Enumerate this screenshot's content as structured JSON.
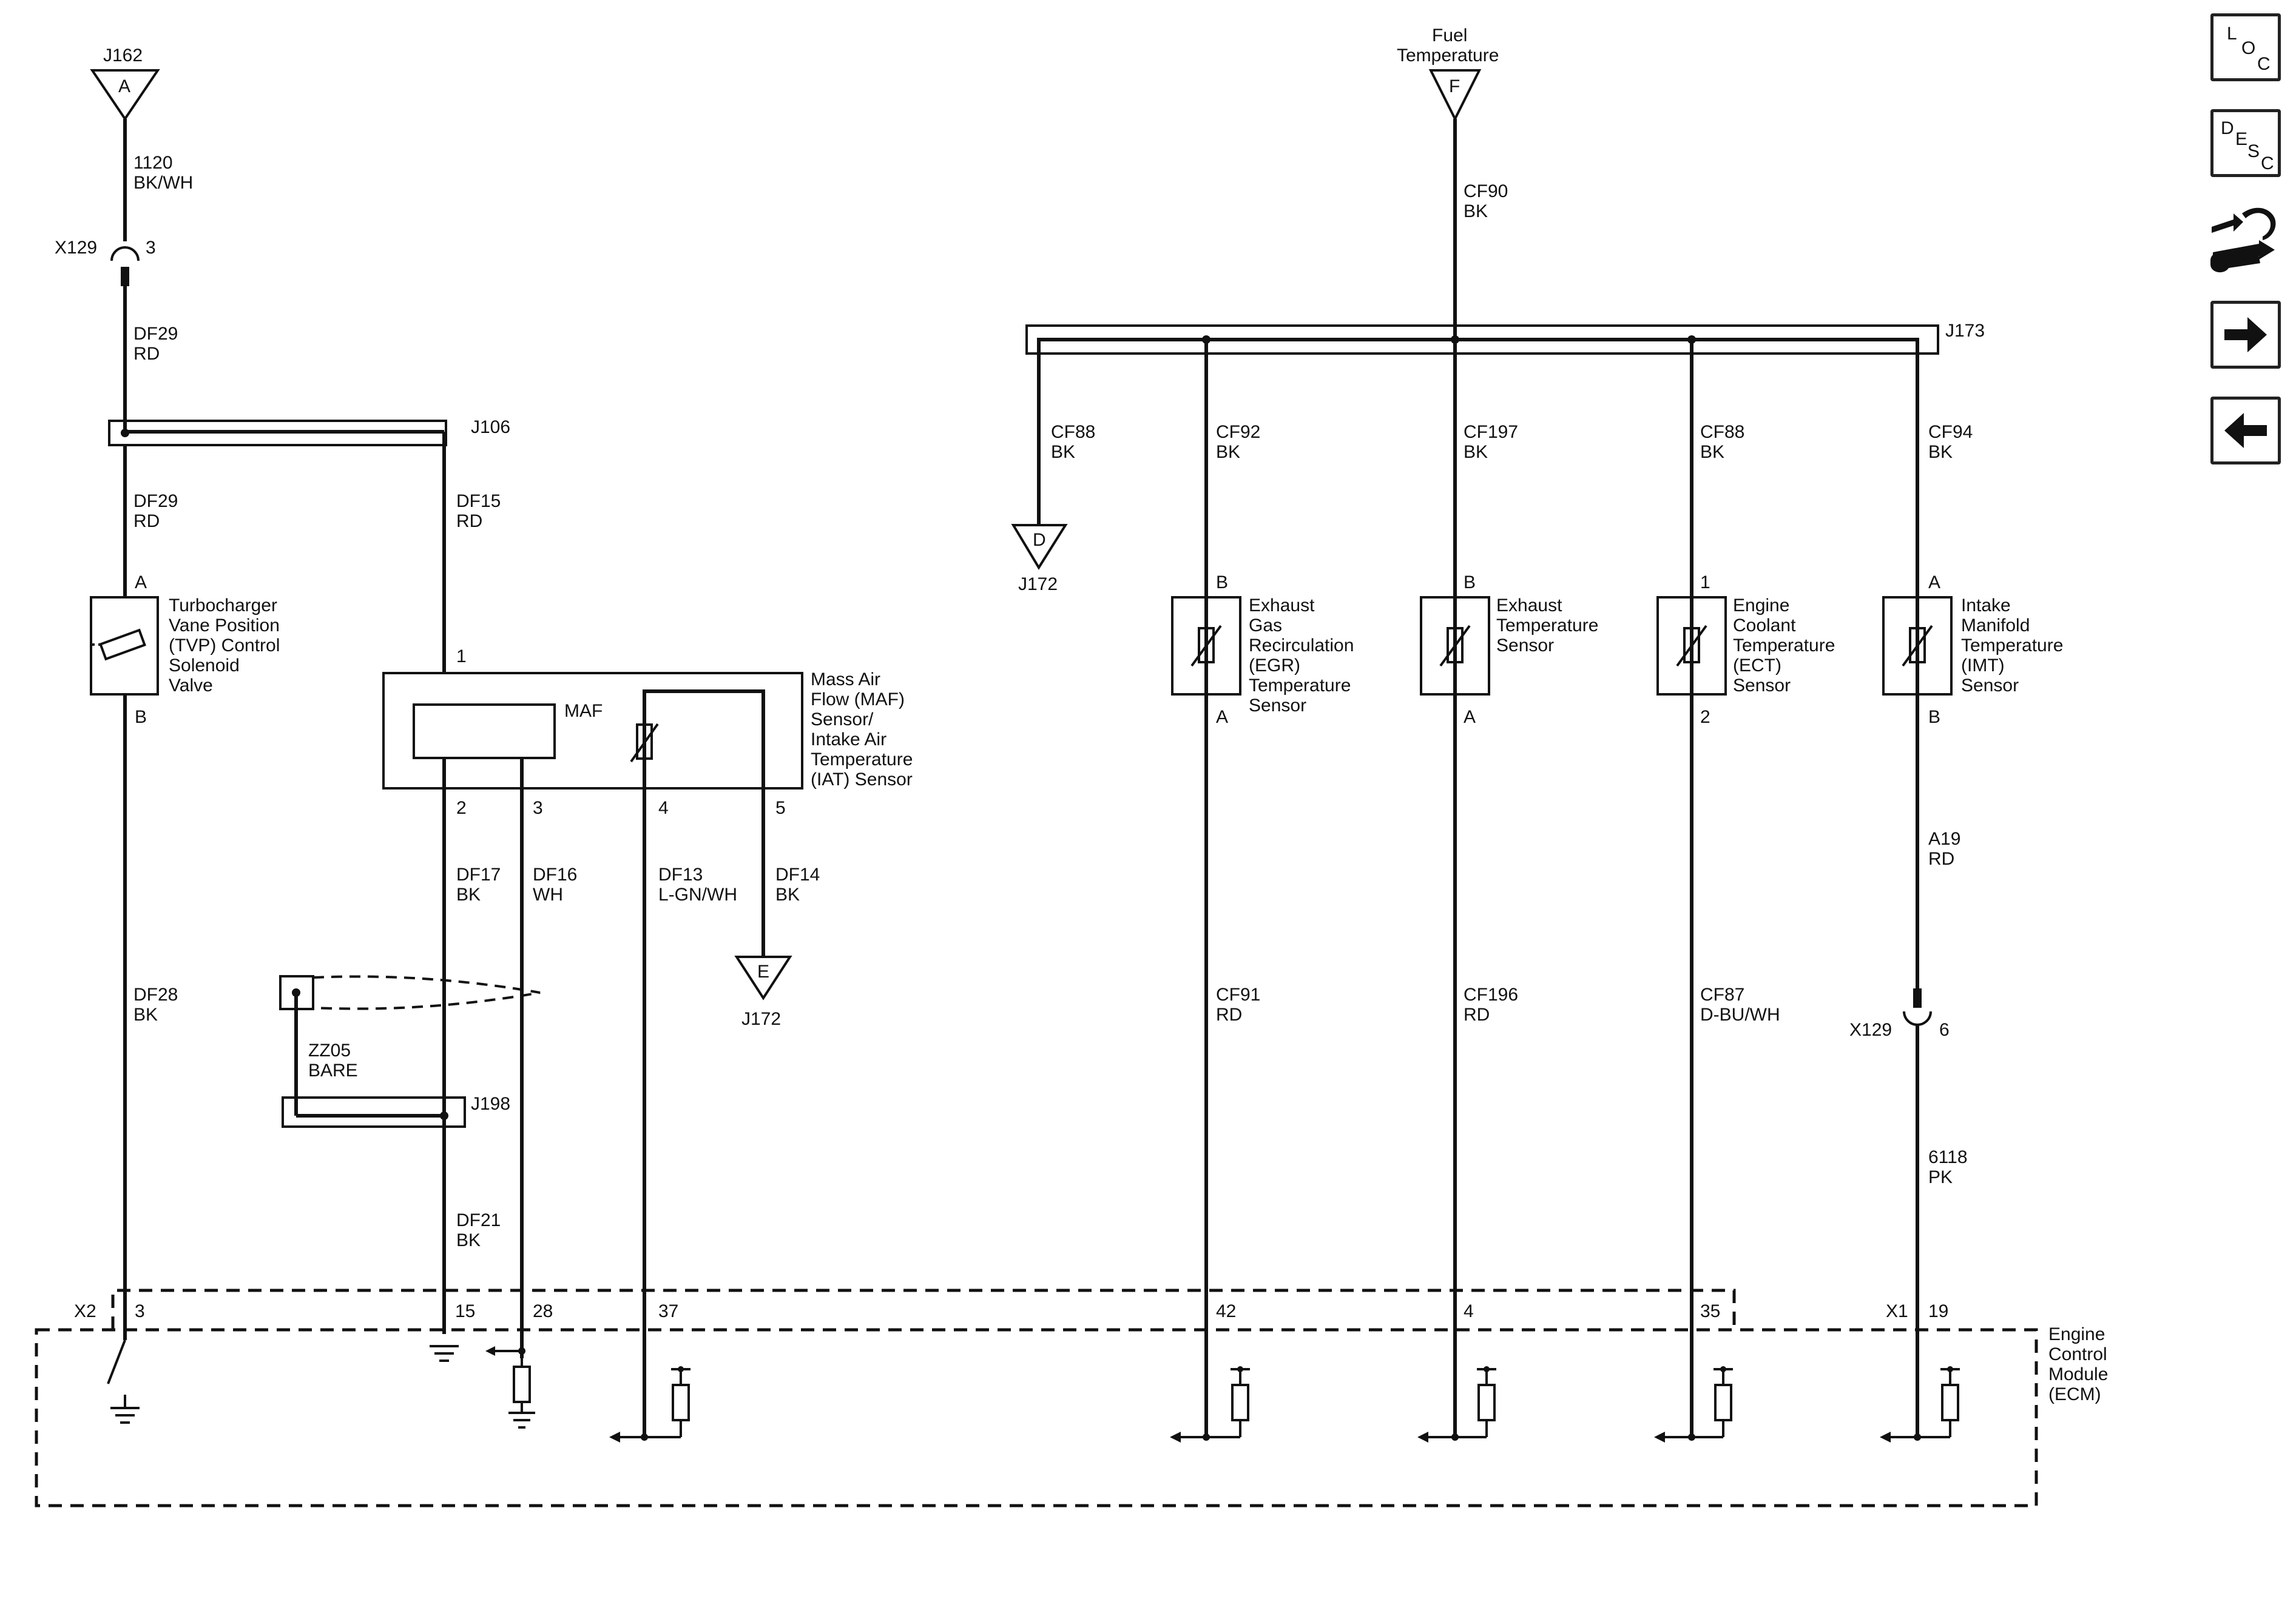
{
  "top_connectors": {
    "j162": {
      "name": "J162",
      "pin": "A"
    },
    "fuel_temp": {
      "title_line1": "Fuel",
      "title_line2": "Temperature",
      "pin": "F"
    }
  },
  "connectors": {
    "x129": "X129",
    "x129_pin_top": "3",
    "x129_pin_bottom": "6",
    "j106": "J106",
    "j173": "J173",
    "j198": "J198",
    "j172_d": {
      "name": "J172",
      "pin": "D"
    },
    "j172_e": {
      "name": "J172",
      "pin": "E"
    }
  },
  "wires": {
    "w1120": {
      "circuit": "1120",
      "color": "BK/WH"
    },
    "df29_a": {
      "circuit": "DF29",
      "color": "RD"
    },
    "df29_b": {
      "circuit": "DF29",
      "color": "RD"
    },
    "df15": {
      "circuit": "DF15",
      "color": "RD"
    },
    "df28": {
      "circuit": "DF28",
      "color": "BK"
    },
    "df17": {
      "circuit": "DF17",
      "color": "BK"
    },
    "df16": {
      "circuit": "DF16",
      "color": "WH"
    },
    "df13": {
      "circuit": "DF13",
      "color": "L-GN/WH"
    },
    "df14": {
      "circuit": "DF14",
      "color": "BK"
    },
    "df21": {
      "circuit": "DF21",
      "color": "BK"
    },
    "zz05": {
      "circuit": "ZZ05",
      "color": "BARE"
    },
    "cf90": {
      "circuit": "CF90",
      "color": "BK"
    },
    "cf88_d": {
      "circuit": "CF88",
      "color": "BK"
    },
    "cf92": {
      "circuit": "CF92",
      "color": "BK"
    },
    "cf197": {
      "circuit": "CF197",
      "color": "BK"
    },
    "cf88_ect": {
      "circuit": "CF88",
      "color": "BK"
    },
    "cf94": {
      "circuit": "CF94",
      "color": "BK"
    },
    "cf91": {
      "circuit": "CF91",
      "color": "RD"
    },
    "cf196": {
      "circuit": "CF196",
      "color": "RD"
    },
    "cf87": {
      "circuit": "CF87",
      "color": "D-BU/WH"
    },
    "a19": {
      "circuit": "A19",
      "color": "RD"
    },
    "w6118": {
      "circuit": "6118",
      "color": "PK"
    }
  },
  "components": {
    "tvp": {
      "lines": [
        "Turbocharger",
        "Vane Position",
        "(TVP) Control",
        "Solenoid",
        "Valve"
      ],
      "pin_top": "A",
      "pin_bottom": "B"
    },
    "maf": {
      "inner_label": "MAF",
      "lines": [
        "Mass Air",
        "Flow (MAF)",
        "Sensor/",
        "Intake Air",
        "Temperature",
        "(IAT) Sensor"
      ],
      "pins": [
        "1",
        "2",
        "3",
        "4",
        "5"
      ]
    },
    "egr": {
      "lines": [
        "Exhaust",
        "Gas",
        "Recirculation",
        "(EGR)",
        "Temperature",
        "Sensor"
      ],
      "pin_top": "B",
      "pin_bottom": "A"
    },
    "ext": {
      "lines": [
        "Exhaust",
        "Temperature",
        "Sensor"
      ],
      "pin_top": "B",
      "pin_bottom": "A"
    },
    "ect": {
      "lines": [
        "Engine",
        "Coolant",
        "Temperature",
        "(ECT)",
        "Sensor"
      ],
      "pin_top": "1",
      "pin_bottom": "2"
    },
    "imt": {
      "lines": [
        "Intake",
        "Manifold",
        "Temperature",
        "(IMT)",
        "Sensor"
      ],
      "pin_top": "A",
      "pin_bottom": "B"
    }
  },
  "ecm": {
    "lines": [
      "Engine",
      "Control",
      "Module",
      "(ECM)"
    ],
    "x2": "X2",
    "x1": "X1",
    "pins": [
      "3",
      "15",
      "28",
      "37",
      "42",
      "4",
      "35",
      "19"
    ]
  },
  "nav": {
    "loc": [
      "L",
      "O",
      "C"
    ],
    "desc": [
      "D",
      "E",
      "S",
      "C"
    ],
    "icons": [
      "connector-tool-icon",
      "arrow-right-icon",
      "arrow-left-icon"
    ]
  }
}
